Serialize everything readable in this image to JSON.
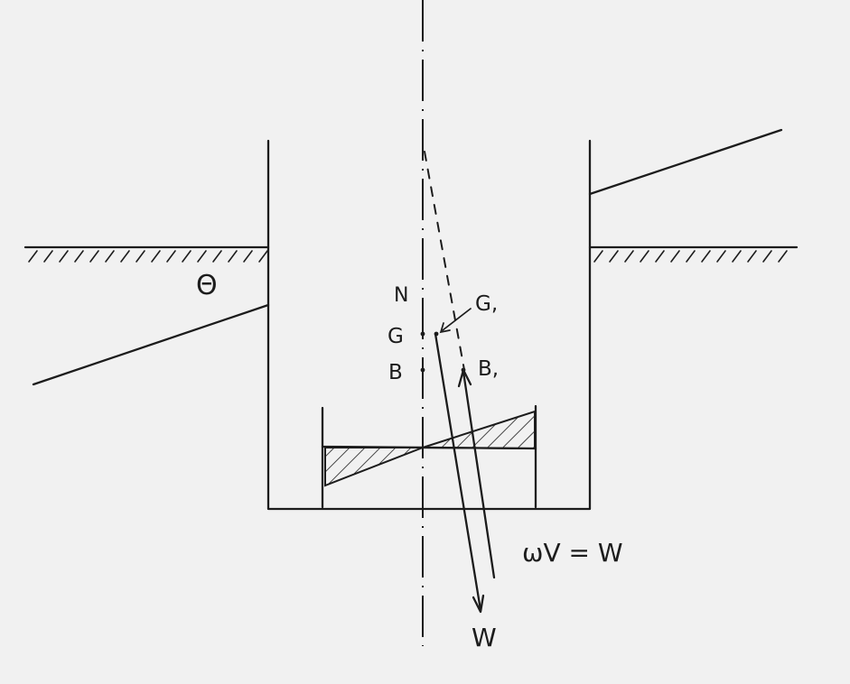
{
  "labels": {
    "theta": "Θ",
    "n": "N",
    "g": "G",
    "g1": "G,",
    "b": "B",
    "b1": "B,",
    "equation": "ωV = W",
    "weight": "W"
  },
  "colors": {
    "paper": "#f1f1f1",
    "ink": "#1c1c1c"
  }
}
